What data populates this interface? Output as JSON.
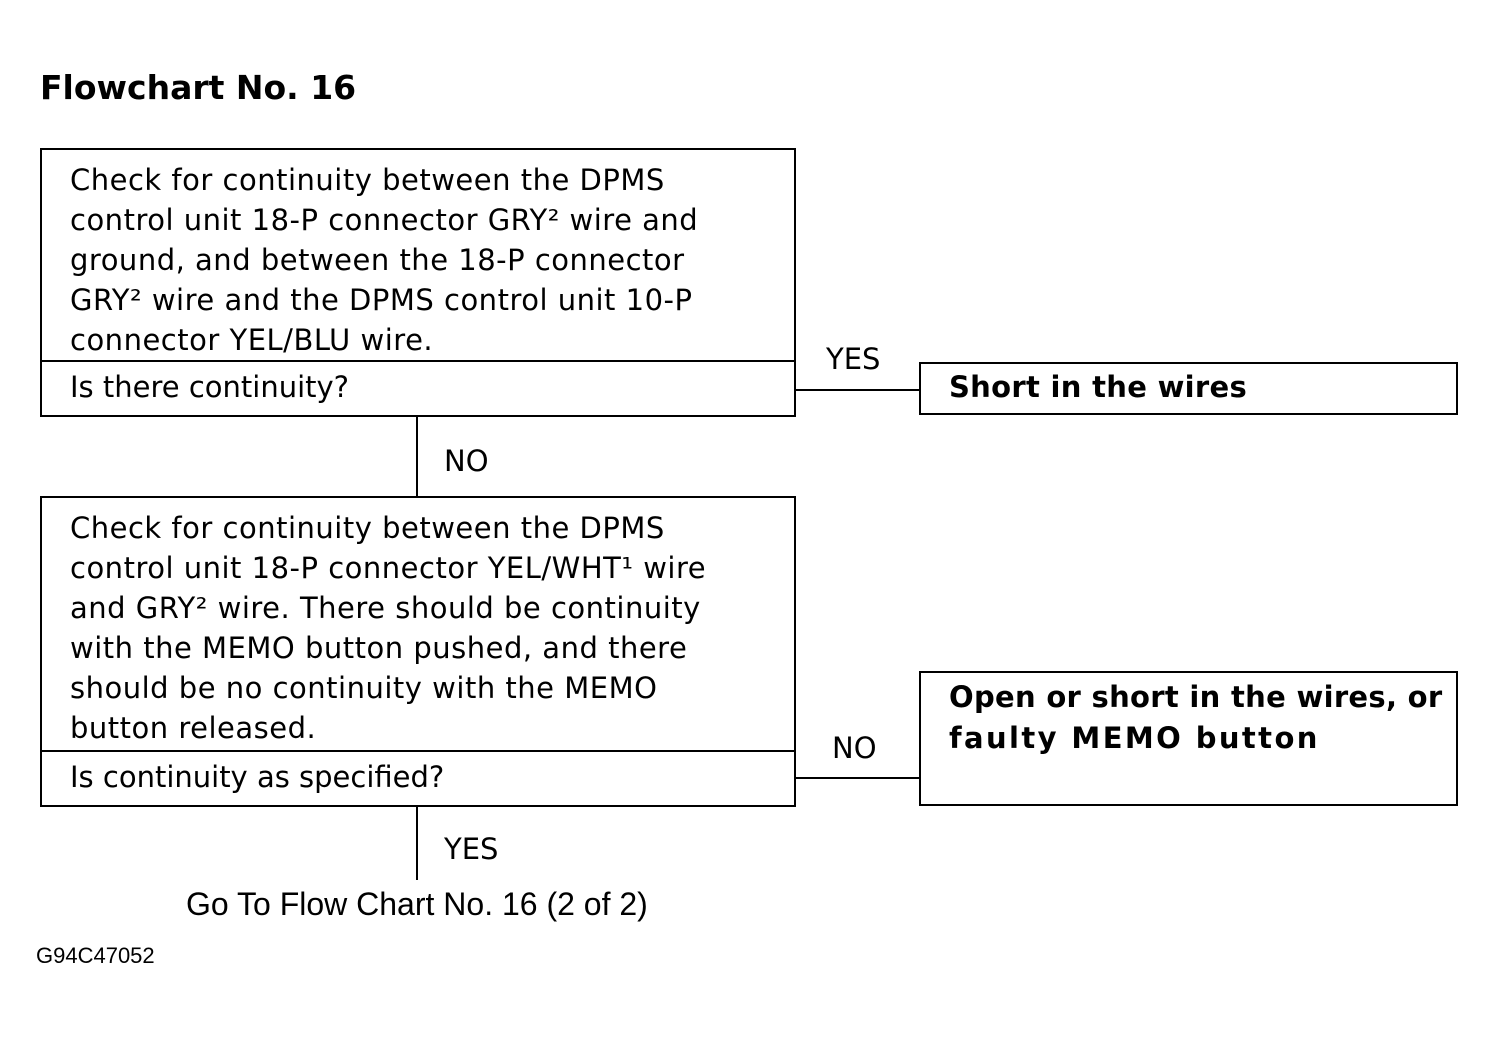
{
  "title": "Flowchart No. 16",
  "step1": {
    "text_lines": [
      "Check for continuity between the DPMS",
      "control unit 18-P connector GRY² wire and",
      "ground, and between the 18-P connector",
      "GRY² wire and the DPMS control unit 10-P",
      "connector YEL/BLU wire."
    ],
    "question": "Is there continuity?"
  },
  "step1_yes": {
    "label": "YES",
    "result": "Short in the wires"
  },
  "step1_no": {
    "label": "NO"
  },
  "step2": {
    "text_lines": [
      "Check for continuity between the DPMS",
      "control unit 18-P connector YEL/WHT¹ wire",
      "and GRY² wire. There should be continuity",
      "with the MEMO button pushed, and there",
      "should be no continuity with the MEMO",
      "button released."
    ],
    "question": "Is continuity as specified?"
  },
  "step2_no": {
    "label": "NO",
    "result_lines": [
      "Open or short in the wires, or",
      "faulty MEMO button"
    ]
  },
  "step2_yes": {
    "label": "YES"
  },
  "next_step": "Go To Flow Chart No. 16 (2 of 2)",
  "figure_code": "G94C47052"
}
